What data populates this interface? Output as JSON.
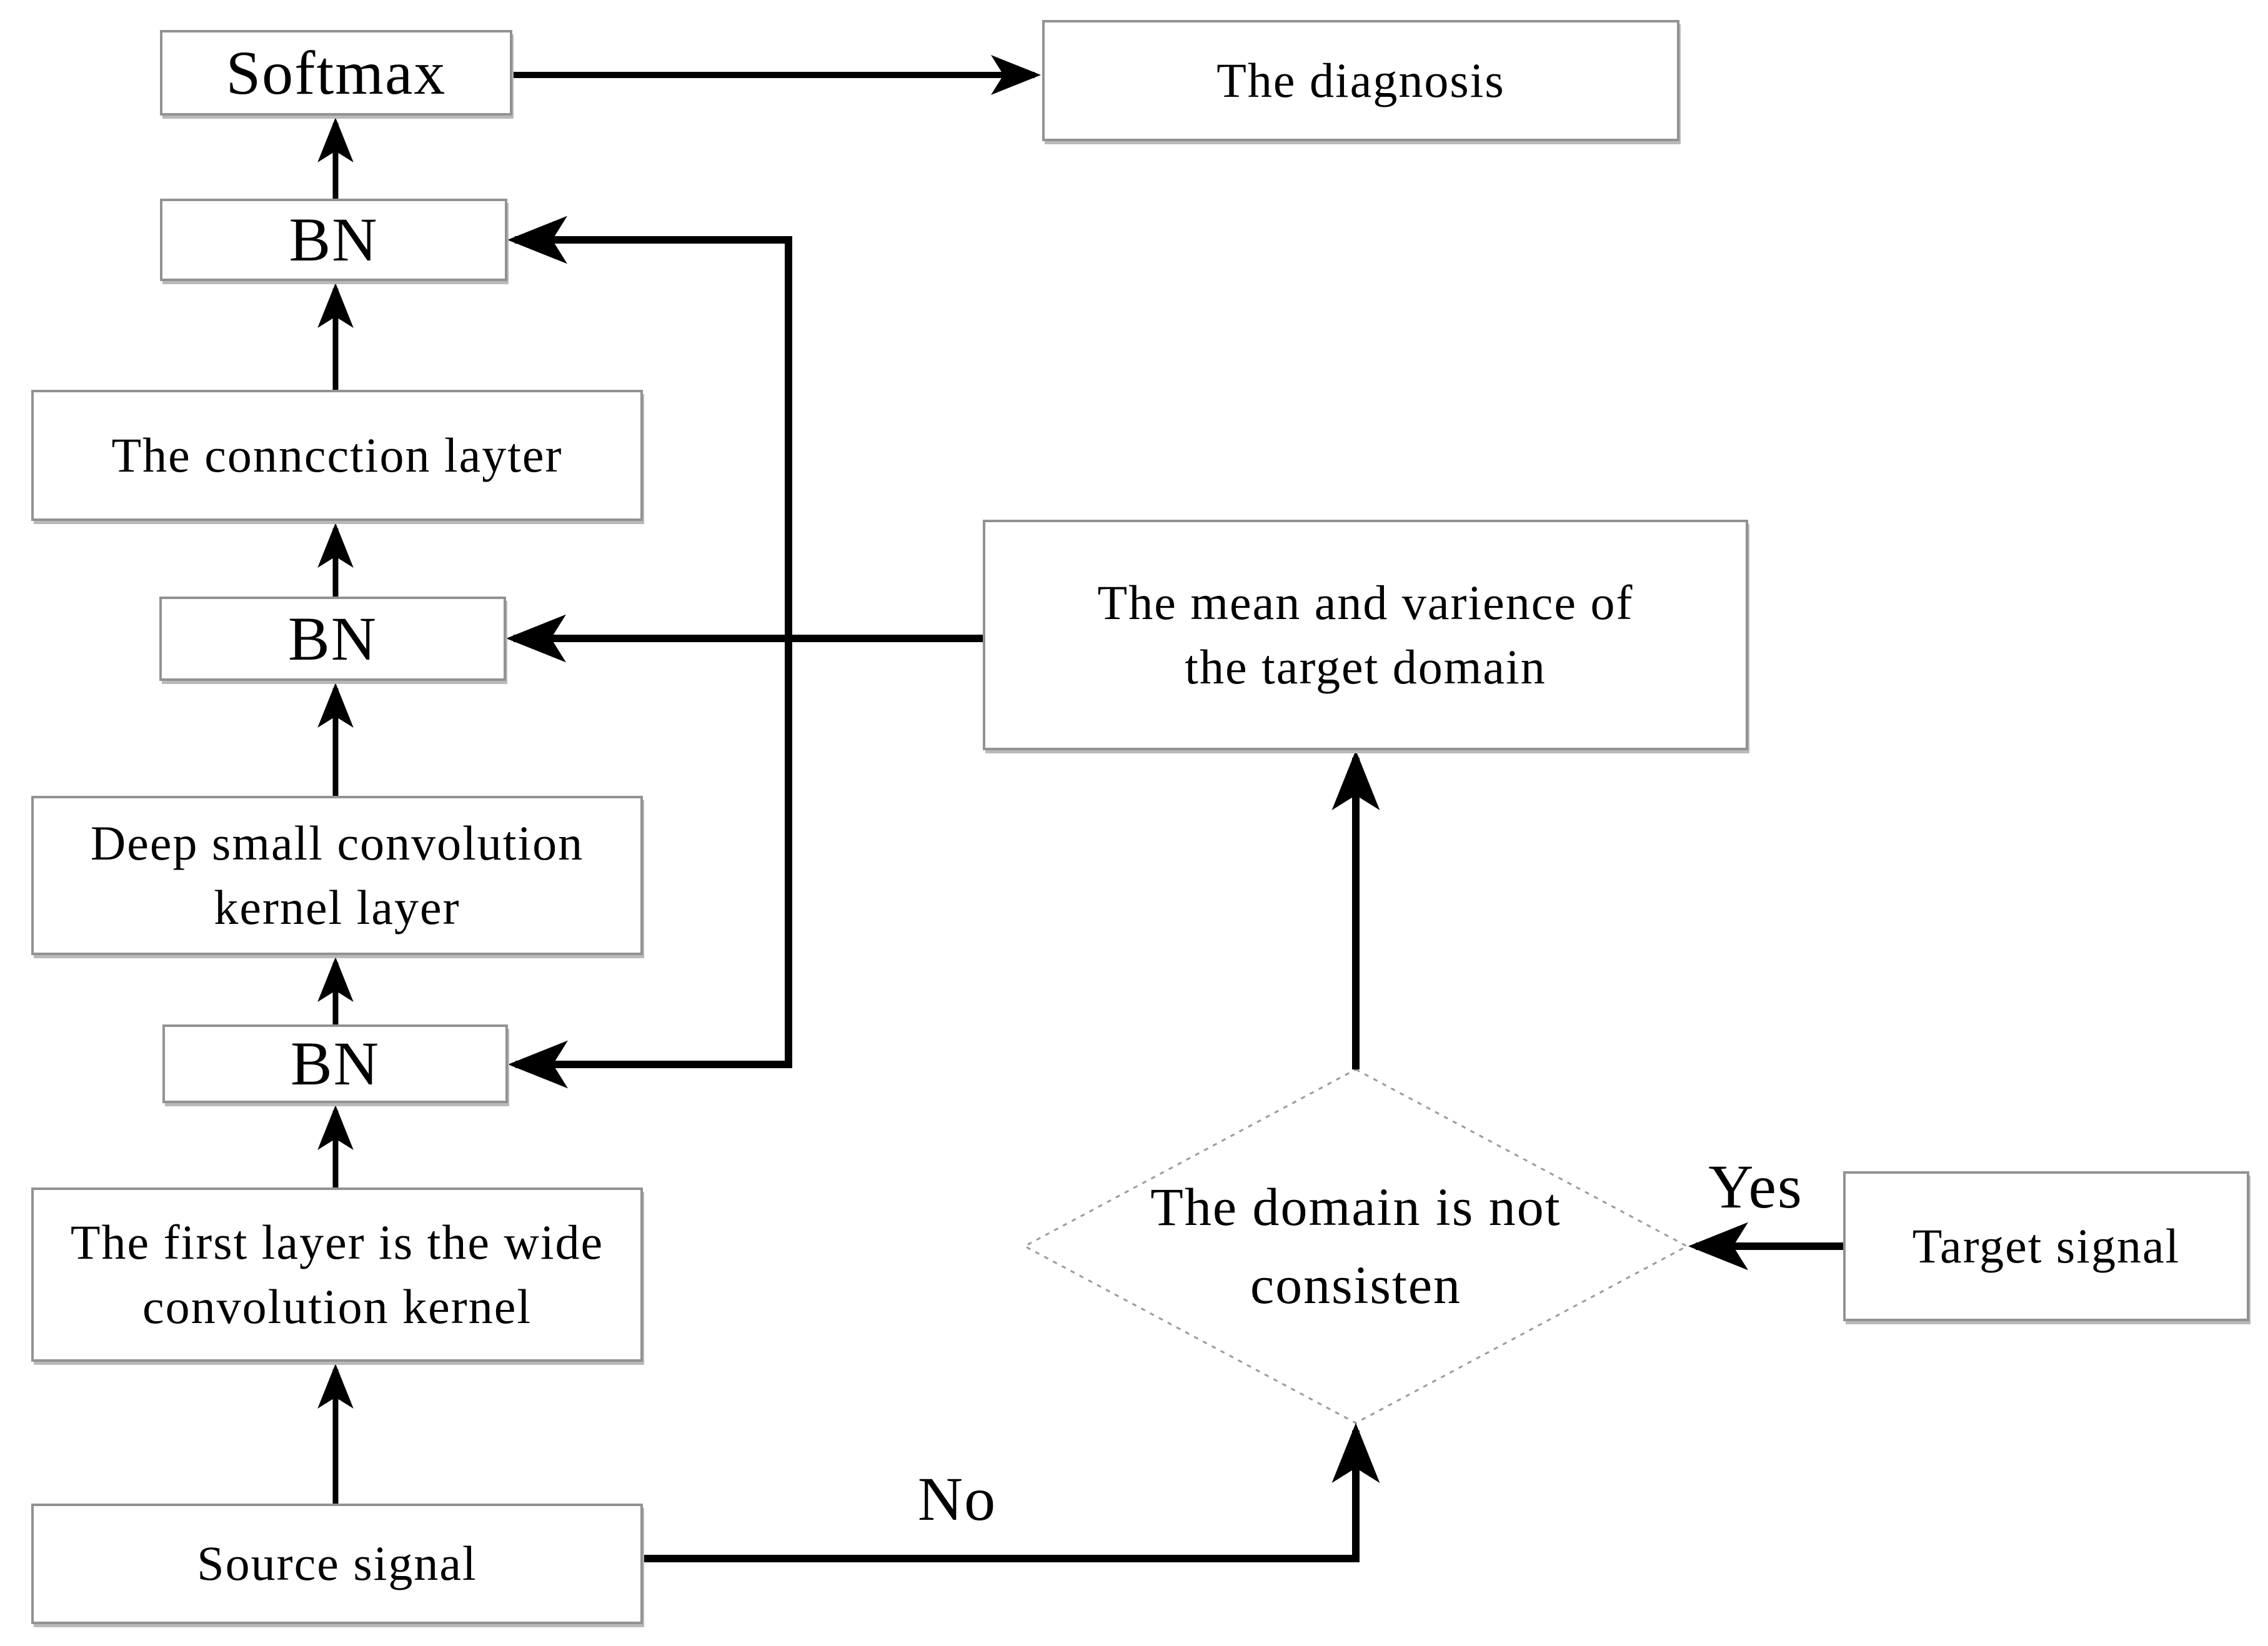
{
  "diagram": {
    "type": "flowchart",
    "background": "#ffffff",
    "colors": {
      "box_border": "#929292",
      "box_fill": "#ffffff",
      "arrow": "#000000",
      "text": "#000000",
      "diamond_border": "#9b9b9b"
    },
    "nodes": {
      "softmax": {
        "label": "Softmax",
        "shape": "rect"
      },
      "diagnosis": {
        "label": "The diagnosis",
        "shape": "rect"
      },
      "bn_top": {
        "label": "BN",
        "shape": "rect"
      },
      "connection": {
        "label": "The conncction layter",
        "shape": "rect"
      },
      "bn_mid": {
        "label": "BN",
        "shape": "rect"
      },
      "mean_var": {
        "label": "The mean and varience of\nthe target domain",
        "shape": "rect"
      },
      "deep_small": {
        "label": "Deep small convolution\nkernel layer",
        "shape": "rect"
      },
      "bn_bot": {
        "label": "BN",
        "shape": "rect"
      },
      "first_layer": {
        "label": "The first layer is the wide\nconvolution kernel",
        "shape": "rect"
      },
      "source": {
        "label": "Source signal",
        "shape": "rect"
      },
      "target": {
        "label": "Target signal",
        "shape": "rect"
      },
      "decision": {
        "label": "The domain is not\nconsisten",
        "shape": "diamond"
      }
    },
    "edge_labels": {
      "yes": "Yes",
      "no": "No"
    },
    "edges": [
      {
        "from": "source",
        "to": "first_layer"
      },
      {
        "from": "first_layer",
        "to": "bn_bot"
      },
      {
        "from": "bn_bot",
        "to": "deep_small"
      },
      {
        "from": "deep_small",
        "to": "bn_mid"
      },
      {
        "from": "bn_mid",
        "to": "connection"
      },
      {
        "from": "connection",
        "to": "bn_top"
      },
      {
        "from": "bn_top",
        "to": "softmax"
      },
      {
        "from": "softmax",
        "to": "diagnosis"
      },
      {
        "from": "source",
        "to": "decision",
        "label": "No"
      },
      {
        "from": "target",
        "to": "decision",
        "label": "Yes"
      },
      {
        "from": "decision",
        "to": "mean_var"
      },
      {
        "from": "mean_var",
        "to": "bn_top"
      },
      {
        "from": "mean_var",
        "to": "bn_mid"
      },
      {
        "from": "mean_var",
        "to": "bn_bot"
      }
    ]
  }
}
